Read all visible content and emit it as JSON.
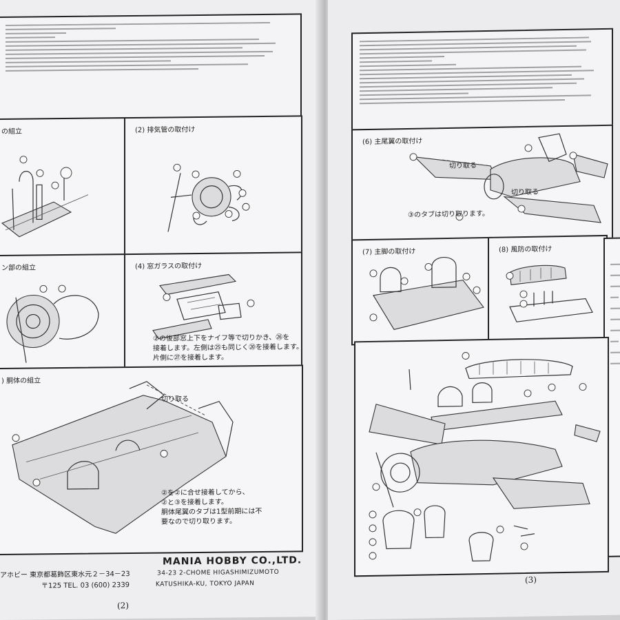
{
  "left_page": {
    "page_number": "(2)",
    "panels": [
      {
        "id": "p1",
        "title": "の組立"
      },
      {
        "id": "p2",
        "title": "(2) 排気管の取付け"
      },
      {
        "id": "p3",
        "title": "ン部の組立"
      },
      {
        "id": "p4",
        "title": "(4) 窓ガラスの取付け",
        "note": "②の後部窓上下をナイフ等で切りかき、㉖を\n接着します。左側は㉕も同じく⑳を接着します。\n片側に㉗を接着します。"
      },
      {
        "id": "p5",
        "title": ") 胴体の組立",
        "cut_label": "切り取る",
        "note": "②を②に合せ接着してから、\n②と③を接着します。\n胴体尾翼のタブは1型前期には不\n要なので切り取ります。"
      }
    ],
    "footer": {
      "company_jp": "アホビー  東京都葛飾区東水元２－34－23",
      "postal_jp": "〒125 TEL. 03 (600) 2339",
      "company_en": "MANIA HOBBY CO.,LTD.",
      "address_en_1": "34-23 2-CHOME HIGASHIMIZUMOTO",
      "address_en_2": "KATUSHIKA-KU, TOKYO JAPAN"
    }
  },
  "right_page": {
    "page_number": "(3)",
    "panels": [
      {
        "id": "p6",
        "title": "(6) 主尾翼の取付け",
        "cut_label_1": "切り取る",
        "cut_label_2": "切り取る",
        "note": "③のタブは切り取ります。"
      },
      {
        "id": "p7",
        "title": "(7) 主脚の取付け"
      },
      {
        "id": "p8",
        "title": "(8) 風防の取付け"
      },
      {
        "id": "p9",
        "title": ""
      }
    ]
  }
}
